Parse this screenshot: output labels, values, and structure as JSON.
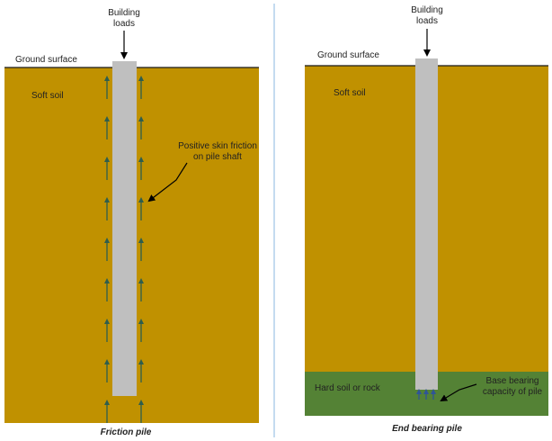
{
  "colors": {
    "soft_soil": "#C09100",
    "hard_soil": "#548235",
    "pile": "#BFBFBF",
    "arrow_friction": "#2E5E4E",
    "arrow_bearing": "#2F5597",
    "ground_line": "#1A1A1A",
    "divider": "#9DC3E6"
  },
  "friction_pile": {
    "load_label_line1": "Building",
    "load_label_line2": "loads",
    "ground_label": "Ground surface",
    "soil_label": "Soft soil",
    "friction_label_line1": "Positive skin friction",
    "friction_label_line2": "on pile shaft",
    "caption": "Friction pile"
  },
  "end_bearing_pile": {
    "load_label_line1": "Building",
    "load_label_line2": "loads",
    "ground_label": "Ground surface",
    "soil_label": "Soft soil",
    "hard_label": "Hard soil or rock",
    "bearing_label_line1": "Base bearing",
    "bearing_label_line2": "capacity of pile",
    "caption": "End bearing pile"
  }
}
